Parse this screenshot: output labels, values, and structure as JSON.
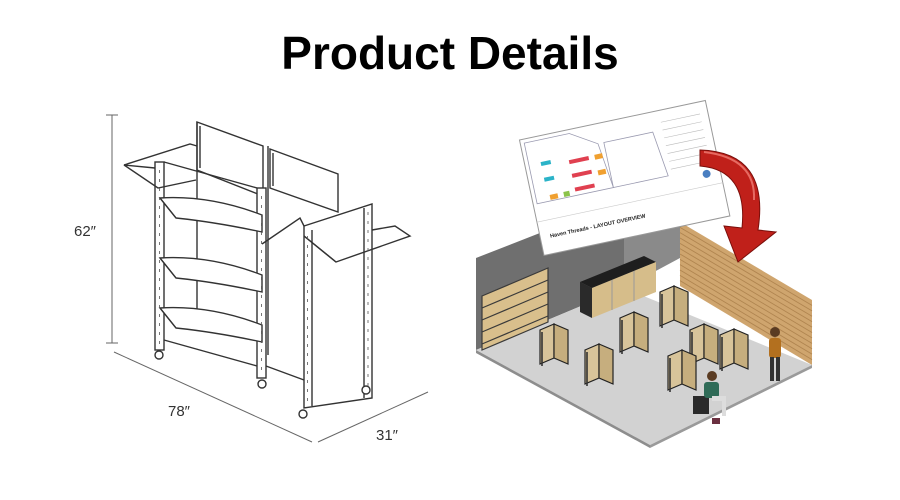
{
  "header": {
    "title": "Product Details"
  },
  "dimensions": {
    "height": "62″",
    "width": "78″",
    "depth": "31″"
  },
  "layout_sheet": {
    "title": "Haven Threads - LAYOUT OVERVIEW"
  },
  "colors": {
    "arrow": "#c0201a",
    "wall_slat": "#cfa56e",
    "panel": "#d8c49a",
    "floor": "#d2d2d2"
  }
}
